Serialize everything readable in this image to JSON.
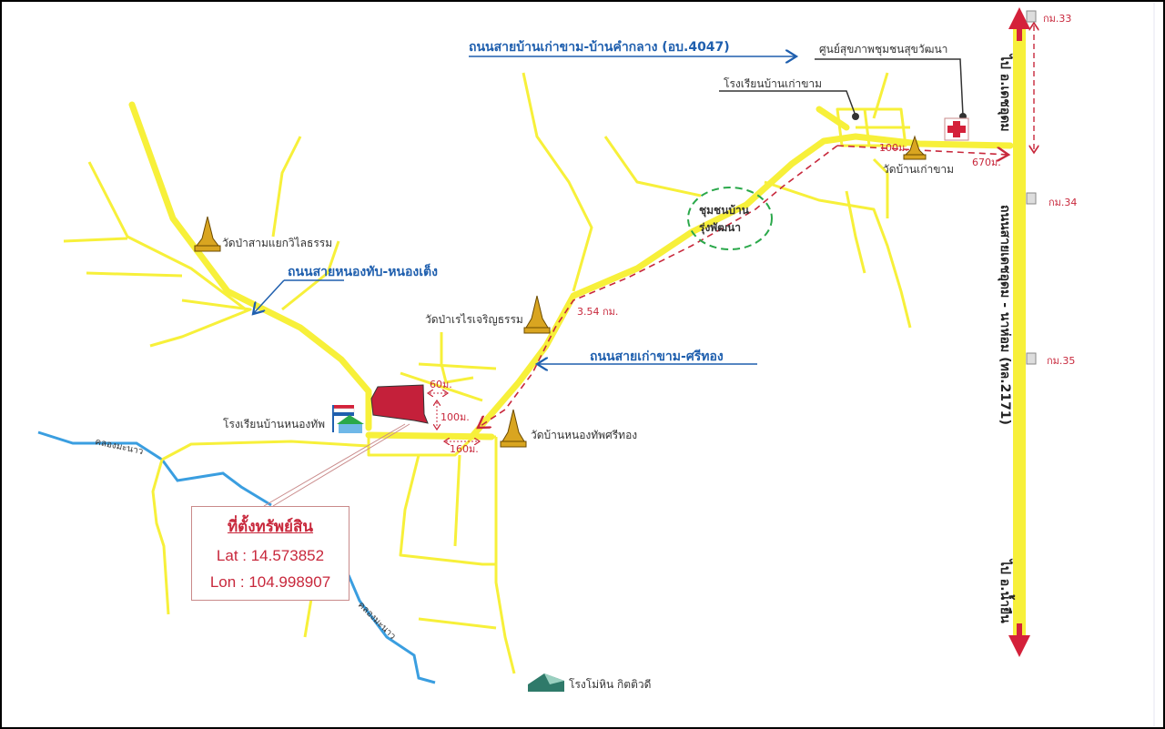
{
  "roads": {
    "top_road": "ถนนสายบ้านเก่าขาม-บ้านคำกลาง (อบ.4047)",
    "left_road": "ถนนสายหนองทับ-หนองเต็ง",
    "main_road": "ถนนสายเก่าขาม-ศรีทอง",
    "highway": "ถนนสายเดชอุดม - นาห่อม (ทล.2171)",
    "to_north": "ไป อ.เดชอุดม",
    "to_south": "ไป อ.น้ำยืน"
  },
  "landmarks": {
    "health_center": "ศูนย์สุขภาพชุมชนสุขวัฒนา",
    "school_kaokham": "โรงเรียนบ้านเก่าขาม",
    "wat_kaokham": "วัดบ้านเก่าขาม",
    "community": [
      "ชุมชนบ้าน",
      "รุ่งพัฒนา"
    ],
    "wat_pasam": "วัดป่าสามแยกวิไลธรรม",
    "wat_parai": "วัดป่าเรไรเจริญธรรม",
    "school_nongthap": "โรงเรียนบ้านหนองทัพ",
    "wat_nongthap": "วัดบ้านหนองทัพศรีทอง",
    "factory": "โรงโม่หิน กิตติวดี",
    "canal_1": "คลองมะนาว",
    "canal_2": "คลองมะนาว"
  },
  "km_markers": [
    "กม.33",
    "กม.34",
    "กม.35"
  ],
  "distances": {
    "d_100a": "100ม.",
    "d_670": "670ม.",
    "d_354": "3.54 กม.",
    "d_60": "60ม.",
    "d_100b": "100ม.",
    "d_160": "160ม."
  },
  "property": {
    "title": "ที่ตั้งทรัพย์สิน",
    "lat": "Lat : 14.573852",
    "lon": "Lon : 104.998907"
  },
  "colors": {
    "road": "#f7f03a",
    "canal": "#3a9ee0",
    "route": "#c8283c",
    "label_blue": "#1f5fae",
    "property": "#c4203a"
  }
}
